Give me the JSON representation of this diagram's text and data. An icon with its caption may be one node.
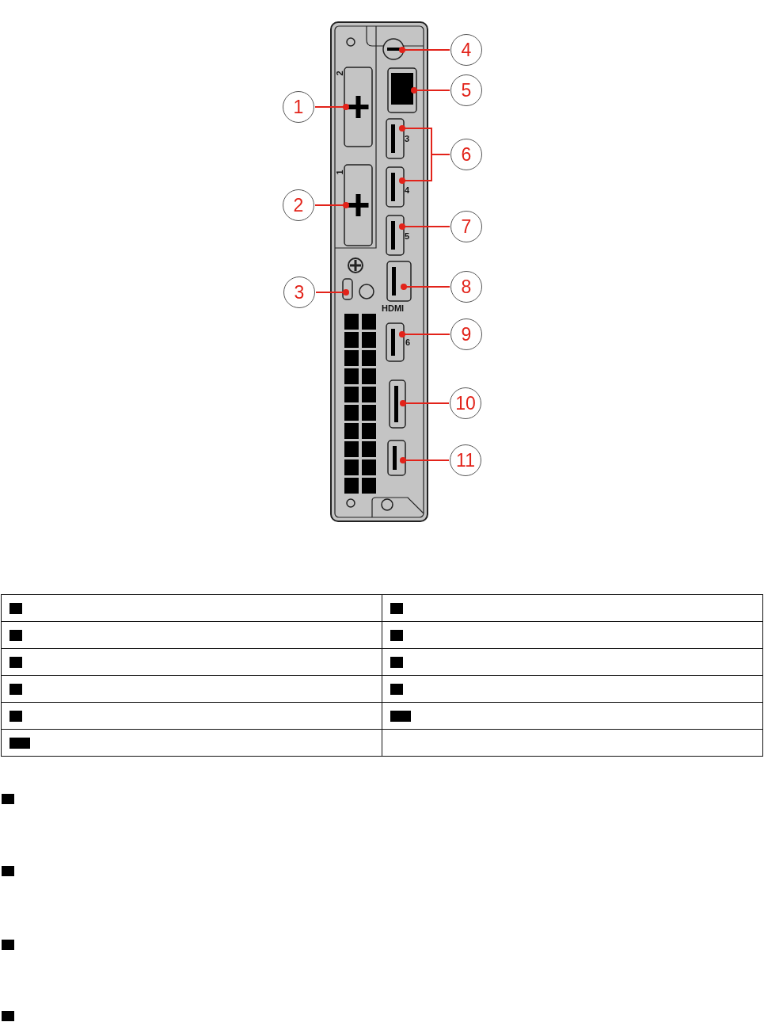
{
  "diagram": {
    "nodes": [
      {
        "text": [
          "1"
        ]
      },
      {
        "text": [
          "2"
        ]
      },
      {
        "text": [
          "3"
        ]
      },
      {
        "text": [
          "4"
        ]
      },
      {
        "text": [
          "5"
        ]
      },
      {
        "text": [
          "6"
        ]
      },
      {
        "text": [
          "7"
        ]
      },
      {
        "text": [
          "8"
        ]
      },
      {
        "text": [
          "9"
        ]
      },
      {
        "text": [
          "10"
        ]
      },
      {
        "text": [
          "11"
        ]
      },
      {
        "text": [],
        "shape": "box",
        "beside": [
          "2"
        ]
      },
      {
        "text": [],
        "shape": "box",
        "beside": [
          "1"
        ]
      },
      {
        "text": [],
        "shape": "box"
      },
      {
        "text": [],
        "shape": "circle"
      },
      {
        "text": [],
        "shape": "box"
      },
      {
        "text": [],
        "shape": "box",
        "beside": [
          "3"
        ]
      },
      {
        "text": [],
        "shape": "box",
        "beside": [
          "4"
        ]
      },
      {
        "text": [],
        "shape": "box",
        "beside": [
          "5"
        ]
      },
      {
        "text": [],
        "shape": "box",
        "beside": [
          "HDMI"
        ]
      },
      {
        "text": [],
        "shape": "box",
        "beside": [
          "6"
        ]
      },
      {
        "text": [],
        "shape": "box"
      },
      {
        "text": [],
        "shape": "box"
      }
    ],
    "edges": [
      {
        "from": 0,
        "to": 11,
        "arrow": "other",
        "color": "#e2231a"
      },
      {
        "from": 1,
        "to": 12,
        "arrow": "other",
        "color": "#e2231a"
      },
      {
        "from": 2,
        "to": 13,
        "arrow": "other",
        "color": "#e2231a"
      },
      {
        "from": 3,
        "to": 14,
        "arrow": "other",
        "color": "#e2231a"
      },
      {
        "from": 4,
        "to": 15,
        "arrow": "other",
        "color": "#e2231a"
      },
      {
        "from": 5,
        "to": 16,
        "arrow": "other",
        "color": "#e2231a"
      },
      {
        "from": 5,
        "to": 17,
        "arrow": "other",
        "color": "#e2231a"
      },
      {
        "from": 6,
        "to": 18,
        "arrow": "other",
        "color": "#e2231a"
      },
      {
        "from": 7,
        "to": 19,
        "arrow": "other",
        "color": "#e2231a"
      },
      {
        "from": 8,
        "to": 20,
        "arrow": "other",
        "color": "#e2231a"
      },
      {
        "from": 9,
        "to": 21,
        "arrow": "other",
        "color": "#e2231a"
      },
      {
        "from": 10,
        "to": 22,
        "arrow": "other",
        "color": "#e2231a"
      }
    ]
  }
}
